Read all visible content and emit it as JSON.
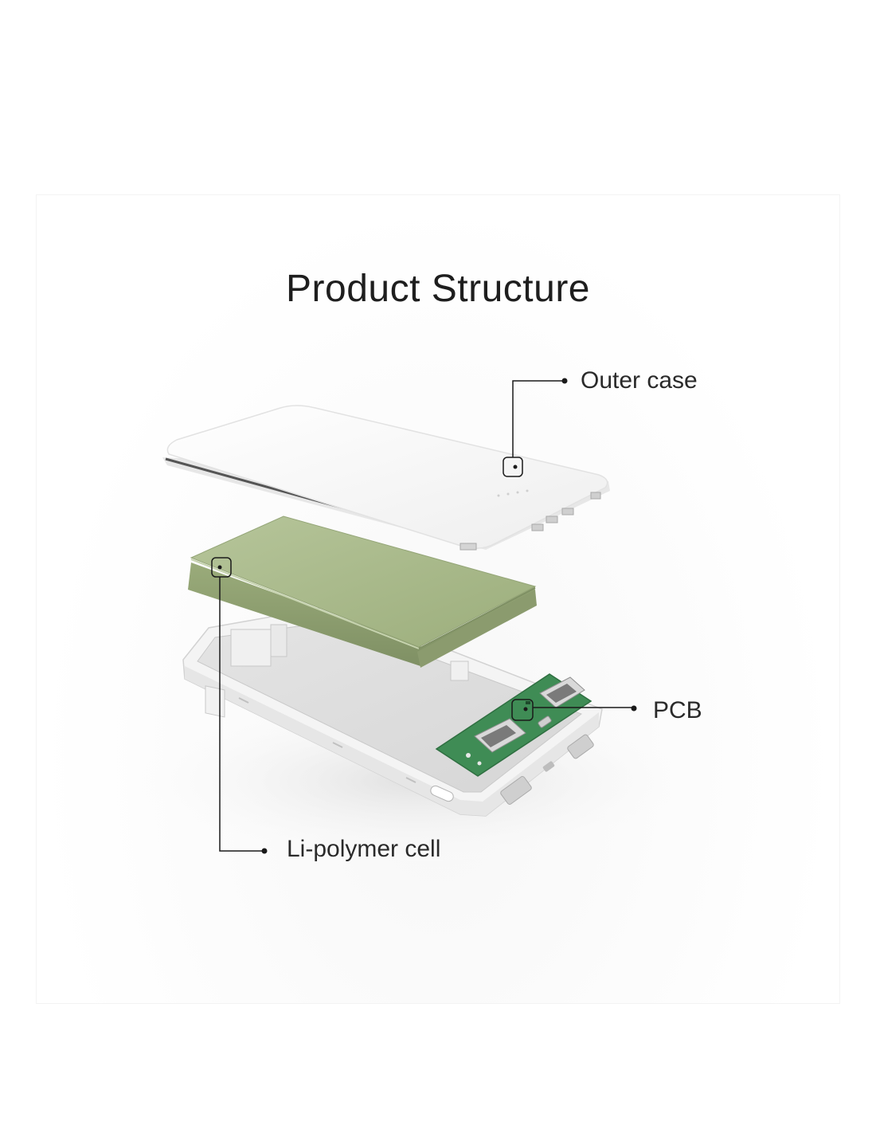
{
  "title": "Product Structure",
  "callouts": {
    "outer_case": "Outer case",
    "pcb": "PCB",
    "cell": "Li-polymer cell"
  },
  "colors": {
    "cell_green": "#a8b98a",
    "pcb_green": "#3f8c55",
    "case_white": "#ffffff",
    "line": "#1a1a1a"
  }
}
